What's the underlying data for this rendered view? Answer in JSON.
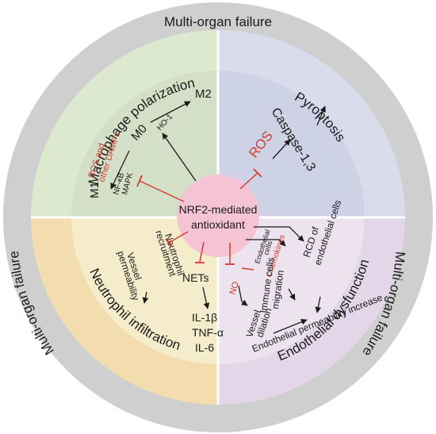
{
  "outer_ring": {
    "top_label": "Multi-organ failure",
    "left_label": "Multi-organ failure",
    "right_label": "Multi-organ failure"
  },
  "center": {
    "line1": "NRF2-mediated",
    "line2": "antioxidant"
  },
  "quadrants": {
    "macrophage": {
      "title": "Macrophage polarization",
      "m0": "M0",
      "m1": "M1",
      "m2": "M2",
      "ho1": "HO-1",
      "ros_damps_line1": "ROS and",
      "ros_damps_line2": "other DAMPs",
      "nfkb": "NF-κB",
      "mapk": "MAPK"
    },
    "pyroptosis": {
      "title": "Pyroptosis",
      "caspase": "Caspase-1,3",
      "ros": "ROS"
    },
    "neutrophil": {
      "title": "Neutrophil infiltration",
      "recruit_line1": "Neutrophil",
      "recruit_line2": "recruitment",
      "vessel_line1": "Vessel",
      "vessel_line2": "permeability",
      "nets": "NETs",
      "il1b": "IL-1β",
      "tnfa": "TNF-α",
      "il6": "IL-6"
    },
    "endothelial": {
      "title": "Endothelial dysfunction",
      "endo_cells_line1": "Endothelial",
      "endo_cells_line2": "cells",
      "chemokines": "Chemokines",
      "no": "NO",
      "rcd_line1": "RCD of",
      "rcd_line2": "endothelial cells",
      "immune_line1": "Immune cells",
      "immune_line2": "migration",
      "vessel_line1": "Vessel",
      "vessel_line2": "dilation",
      "perm_increase": "Endothelial permeability increase"
    }
  },
  "colors": {
    "outer_ring": "#cfcfcf",
    "macrophage_bg": "#dde9cf",
    "macrophage_inner": "#d3e0c7",
    "pyroptosis_bg": "#d9dcea",
    "pyroptosis_inner": "#cdd2e4",
    "neutrophil_bg": "#f3dcae",
    "neutrophil_inner": "#f5eccb",
    "endothelial_bg": "#e3d6e8",
    "endothelial_inner": "#ece3ef",
    "center": "#f4c4d4",
    "inhibit_red": "#d43a2e",
    "text": "#1a1a1a"
  }
}
